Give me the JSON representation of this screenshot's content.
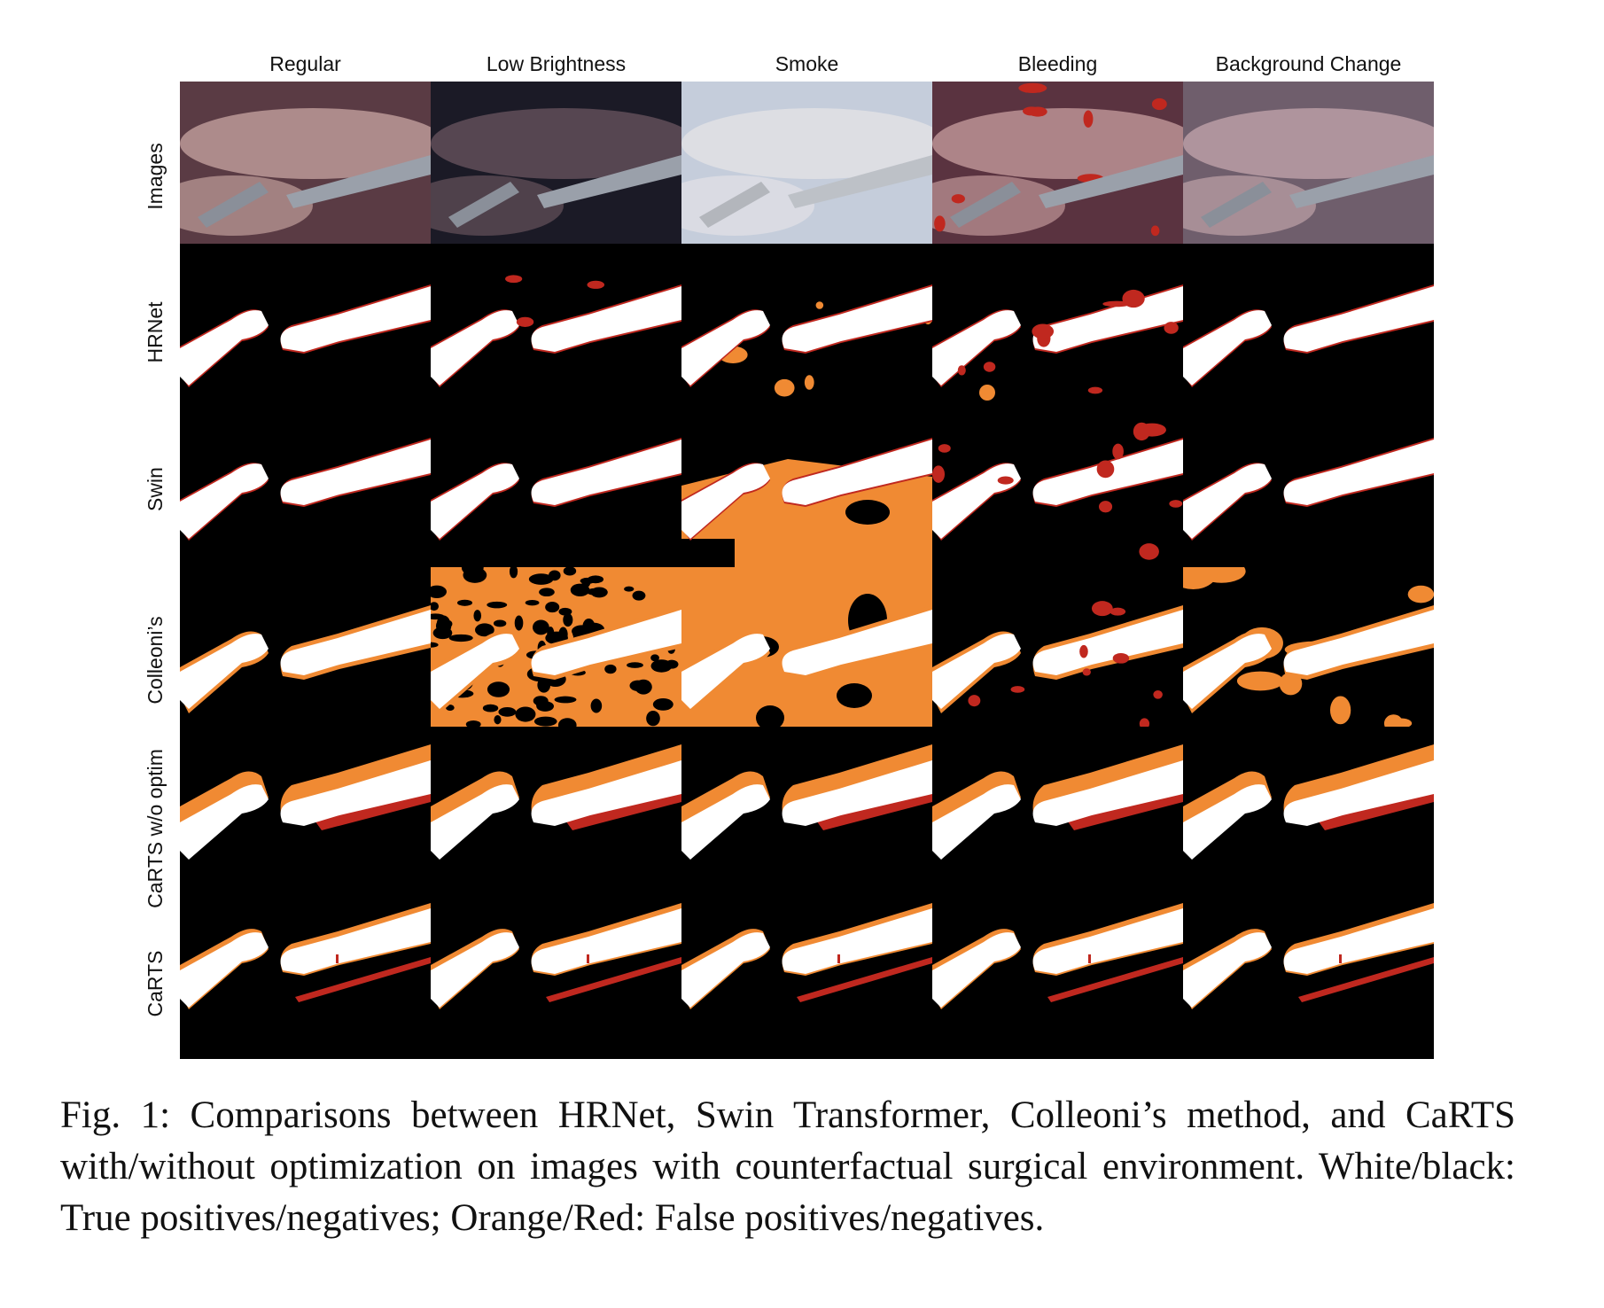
{
  "columns": [
    "Regular",
    "Low Brightness",
    "Smoke",
    "Bleeding",
    "Background Change"
  ],
  "rows": [
    "Images",
    "HRNet",
    "Swin",
    "Colleoni’s",
    "CaRTS w/o optim",
    "CaRTS"
  ],
  "caption": "Fig. 1: Comparisons between HRNet, Swin Transformer, Colleoni’s method, and CaRTS with/without optimization on images with counterfactual surgical environment. White/black: True positives/negatives; Orange/Red: False positives/negatives.",
  "colors": {
    "true_positive": "#ffffff",
    "true_negative": "#000000",
    "false_positive": "#f08a33",
    "false_negative": "#c0281f"
  }
}
